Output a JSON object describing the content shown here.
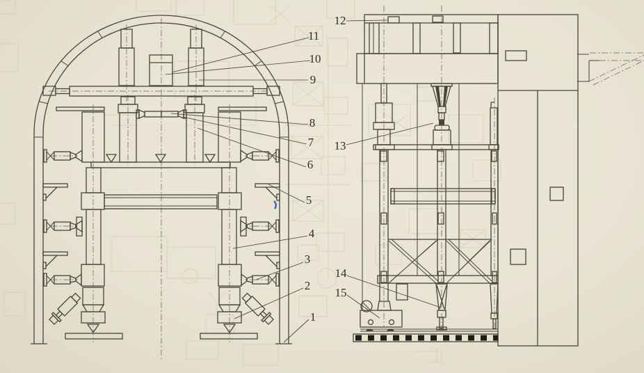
{
  "diagram": {
    "type": "engineering-drawing",
    "views": [
      "cross-section",
      "side-elevation"
    ]
  },
  "labels": {
    "l1": {
      "text": "1"
    },
    "l2": {
      "text": "2"
    },
    "l3": {
      "text": "3"
    },
    "l4": {
      "text": "4"
    },
    "l5": {
      "text": "5"
    },
    "l6": {
      "text": "6"
    },
    "l7": {
      "text": "7"
    },
    "l8": {
      "text": "8"
    },
    "l9": {
      "text": "9"
    },
    "l10": {
      "text": "10"
    },
    "l11": {
      "text": "11"
    },
    "l12": {
      "text": "12"
    },
    "l13": {
      "text": "13"
    },
    "l14": {
      "text": "14"
    },
    "l15": {
      "text": "15"
    }
  },
  "colors": {
    "paper": "#e8e3d2",
    "ink": "#45453c",
    "bleed": "#c6bea4",
    "blue_mark": "#3a6cb4",
    "track": "#1c1c18"
  }
}
